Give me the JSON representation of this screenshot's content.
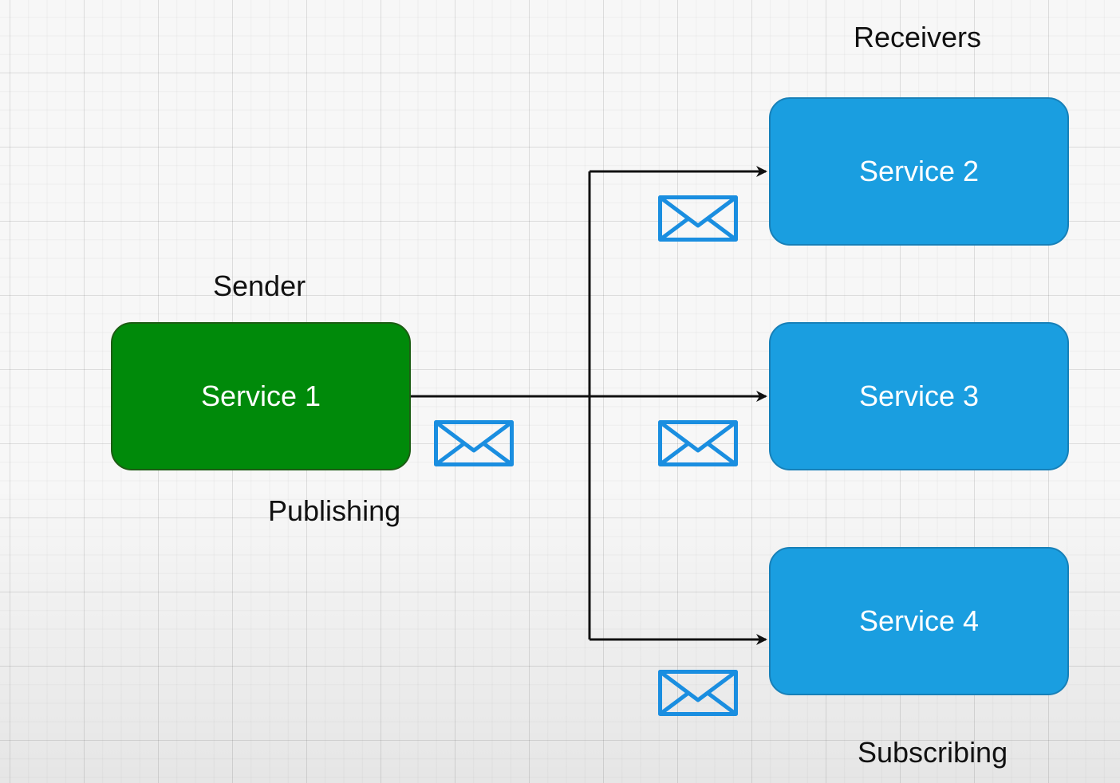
{
  "labels": {
    "receivers": "Receivers",
    "sender": "Sender",
    "publishing": "Publishing",
    "subscribing": "Subscribing"
  },
  "services": {
    "service1": "Service 1",
    "service2": "Service 2",
    "service3": "Service 3",
    "service4": "Service 4"
  },
  "colors": {
    "sender_fill": "#008a0a",
    "receiver_fill": "#1a9ee0",
    "envelope": "#1a8ee0",
    "connector": "#111111"
  },
  "icons": {
    "message": "envelope-icon"
  }
}
